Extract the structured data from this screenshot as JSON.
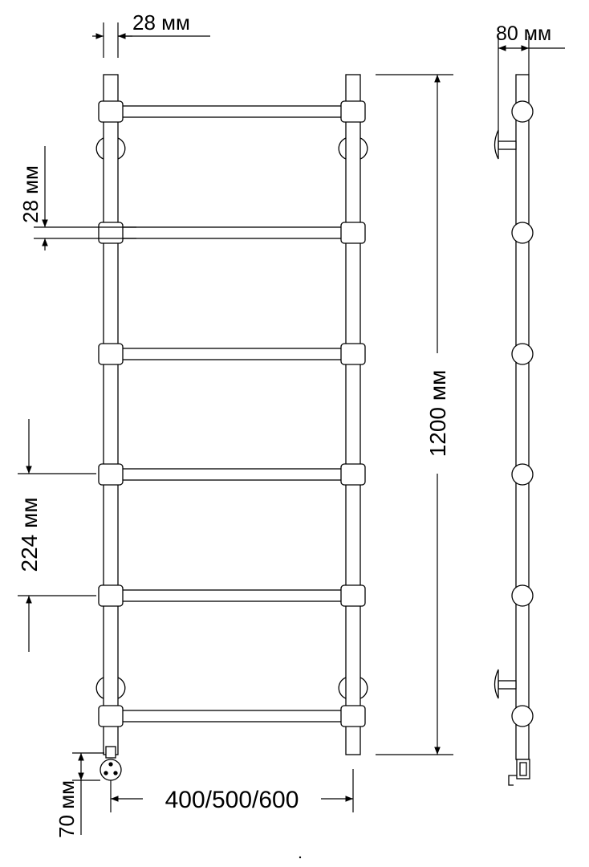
{
  "dimensions": {
    "pipe_diameter_top": "28 мм",
    "wall_offset": "80 мм",
    "pipe_diameter_side": "28 мм",
    "total_height": "1200 мм",
    "rung_spacing": "224 мм",
    "bottom_offset": "70 мм",
    "width_options": "400/500/600"
  },
  "colors": {
    "line": "#000000",
    "background": "#ffffff"
  }
}
